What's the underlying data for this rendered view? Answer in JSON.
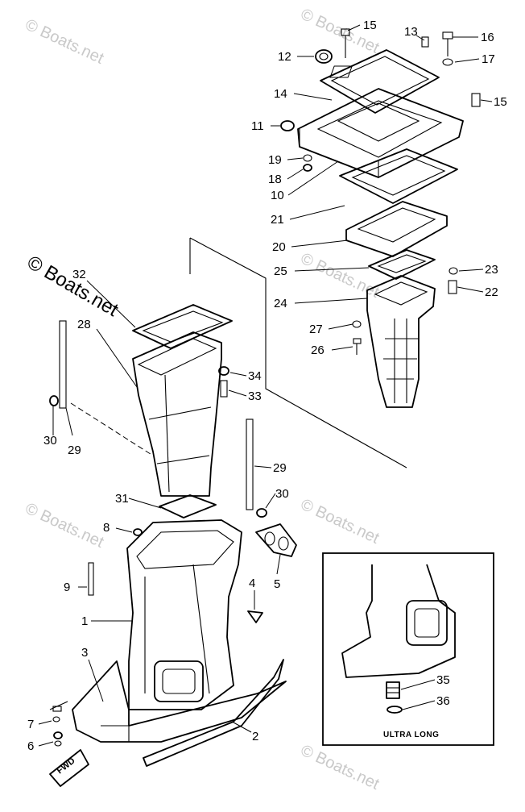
{
  "watermark_text": "© Boats.net",
  "inset_caption": "ULTRA LONG",
  "fwd_label": "FWD",
  "callouts": [
    {
      "id": "c15a",
      "label": "15"
    },
    {
      "id": "c13",
      "label": "13"
    },
    {
      "id": "c16",
      "label": "16"
    },
    {
      "id": "c12",
      "label": "12"
    },
    {
      "id": "c17",
      "label": "17"
    },
    {
      "id": "c14",
      "label": "14"
    },
    {
      "id": "c15b",
      "label": "15"
    },
    {
      "id": "c11",
      "label": "11"
    },
    {
      "id": "c19",
      "label": "19"
    },
    {
      "id": "c18",
      "label": "18"
    },
    {
      "id": "c10",
      "label": "10"
    },
    {
      "id": "c21",
      "label": "21"
    },
    {
      "id": "c20",
      "label": "20"
    },
    {
      "id": "c32",
      "label": "32"
    },
    {
      "id": "c25",
      "label": "25"
    },
    {
      "id": "c23",
      "label": "23"
    },
    {
      "id": "c22",
      "label": "22"
    },
    {
      "id": "c24",
      "label": "24"
    },
    {
      "id": "c28",
      "label": "28"
    },
    {
      "id": "c27",
      "label": "27"
    },
    {
      "id": "c26",
      "label": "26"
    },
    {
      "id": "c34",
      "label": "34"
    },
    {
      "id": "c33",
      "label": "33"
    },
    {
      "id": "c30a",
      "label": "30"
    },
    {
      "id": "c29a",
      "label": "29"
    },
    {
      "id": "c29b",
      "label": "29"
    },
    {
      "id": "c30b",
      "label": "30"
    },
    {
      "id": "c31",
      "label": "31"
    },
    {
      "id": "c8",
      "label": "8"
    },
    {
      "id": "c5",
      "label": "5"
    },
    {
      "id": "c4",
      "label": "4"
    },
    {
      "id": "c9",
      "label": "9"
    },
    {
      "id": "c1",
      "label": "1"
    },
    {
      "id": "c3",
      "label": "3"
    },
    {
      "id": "c35",
      "label": "35"
    },
    {
      "id": "c36",
      "label": "36"
    },
    {
      "id": "c7",
      "label": "7"
    },
    {
      "id": "c2",
      "label": "2"
    },
    {
      "id": "c6",
      "label": "6"
    }
  ]
}
